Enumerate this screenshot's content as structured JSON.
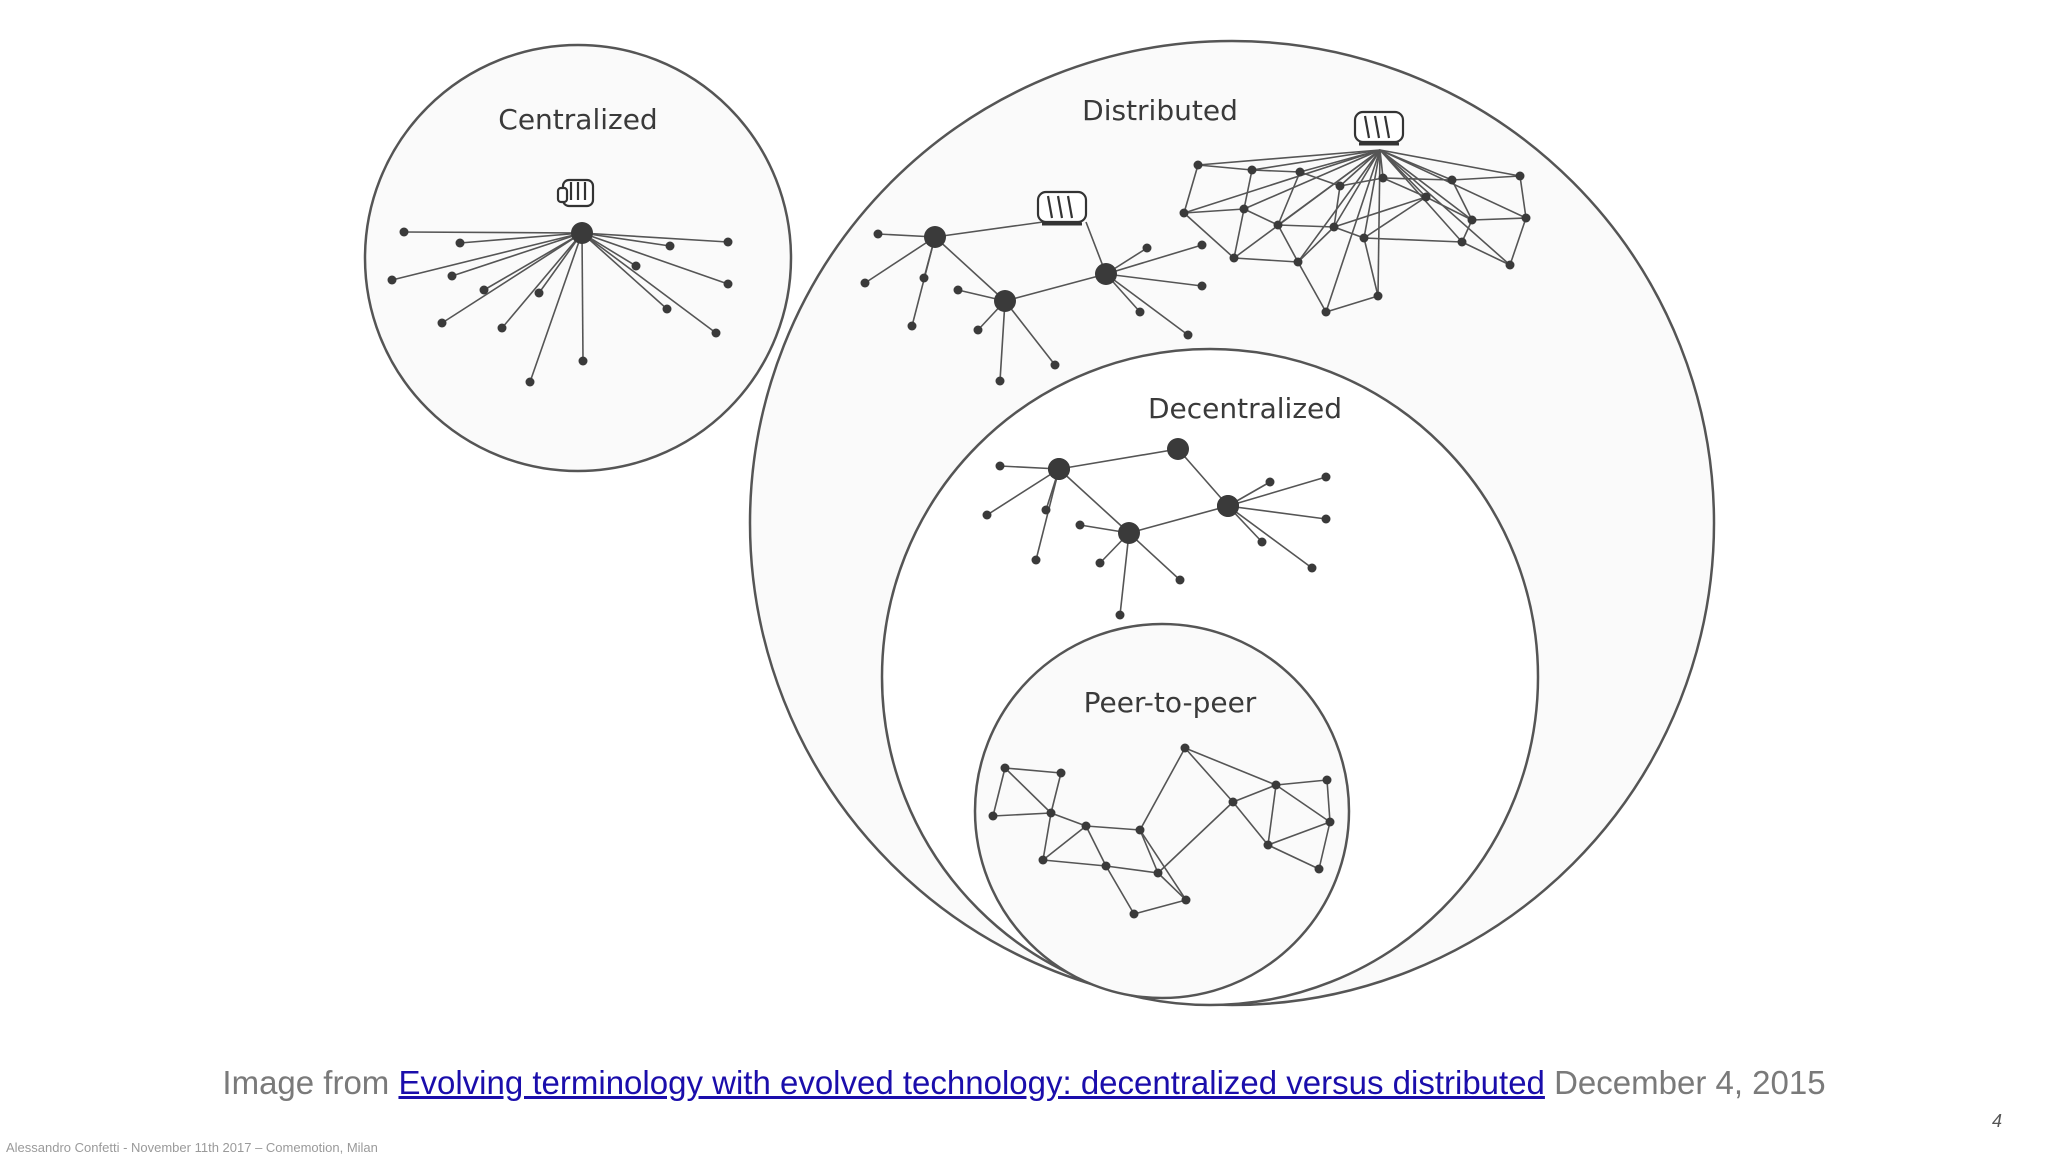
{
  "diagram": {
    "labels": {
      "centralized": "Centralized",
      "distributed": "Distributed",
      "decentralized": "Decentralized",
      "peer_to_peer": "Peer-to-peer"
    },
    "icons": [
      "fist-icon",
      "fist-icon",
      "fist-icon"
    ]
  },
  "caption": {
    "prefix": "Image from ",
    "link_text": "Evolving terminology with evolved technology: decentralized versus distributed",
    "date": " December 4, 2015"
  },
  "page_number": "4",
  "footer": "Alessandro Confetti - November 11th 2017 – Comemotion, Milan"
}
